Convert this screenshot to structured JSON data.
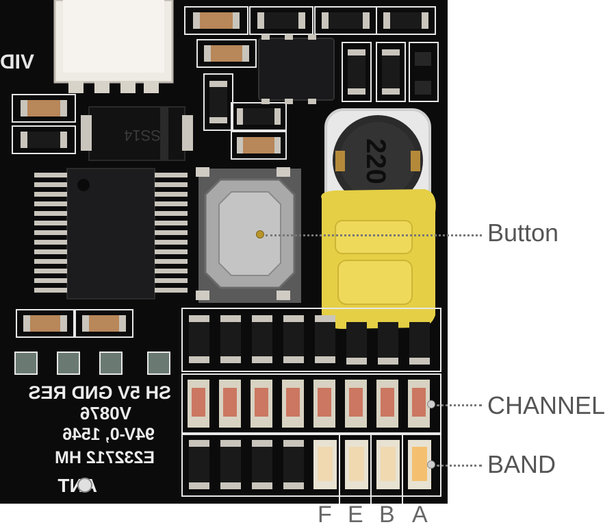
{
  "board": {
    "silkscreen": {
      "vid": "VID",
      "pins": "SH  5V GND RES",
      "code1": "V0876",
      "code2": "94V-0, 1546",
      "code3": "E232712 HM",
      "ant": "ANT",
      "inductor": "220",
      "diode": "SS14"
    }
  },
  "callouts": {
    "button": "Button",
    "channel": "CHANNEL",
    "band": "BAND"
  },
  "columns": [
    "F",
    "E",
    "B",
    "A"
  ],
  "colors": {
    "pcb": "#0d0d0e",
    "trace": "#e8e8e8",
    "solder_pad": "#c9c5bc",
    "resistor_body": "#1a1a1a",
    "cap_body": "#b8875a",
    "led_body": "#d8d2c2",
    "led_lens": "#d06a4a",
    "yellow_glue": "#e9d24a",
    "button_metal": "#a9a9a9",
    "button_cap": "#c39a2a"
  }
}
